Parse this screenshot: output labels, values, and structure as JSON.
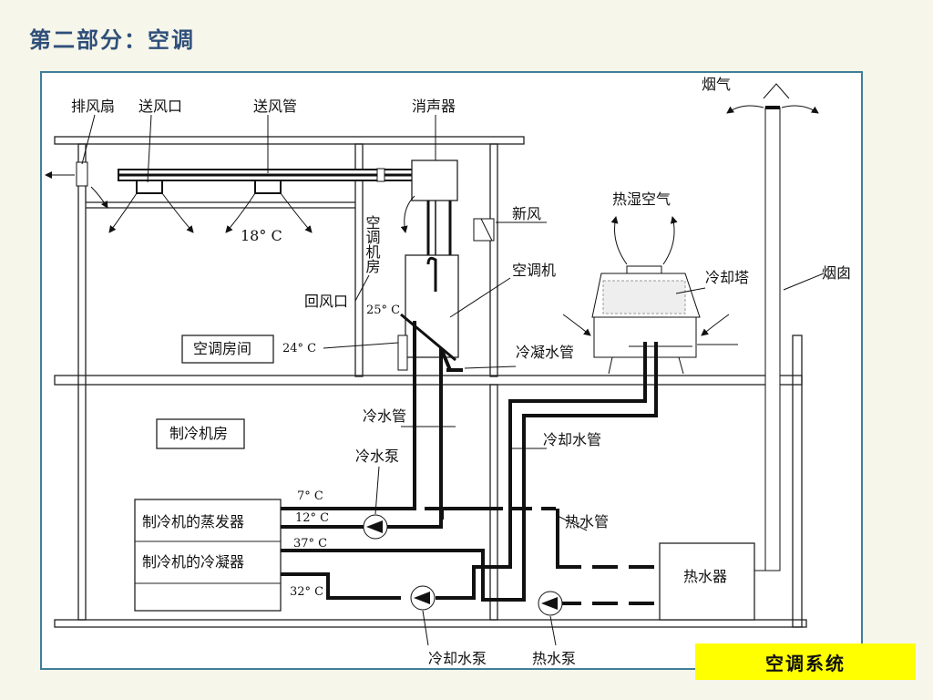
{
  "slide": {
    "title": "第二部分：空调",
    "badge": "空调系统"
  },
  "labels": {
    "exhaust_fan": "排风扇",
    "supply_outlet": "送风口",
    "supply_duct": "送风管",
    "muffler": "消声器",
    "flue_gas": "烟气",
    "fresh_air": "新风",
    "humid_hot_air": "热湿空气",
    "ahu_room": "空调机房",
    "ahu": "空调机",
    "cooling_tower": "冷却塔",
    "chimney": "烟囱",
    "return_outlet": "回风口",
    "ac_room": "空调房间",
    "condensate_pipe": "冷凝水管",
    "chilled_water_pipe": "冷水管",
    "chiller_room": "制冷机房",
    "cooling_water_pipe": "冷却水管",
    "chilled_water_pump": "冷水泵",
    "evaporator": "制冷机的蒸发器",
    "condenser": "制冷机的冷凝器",
    "hot_water_pipe": "热水管",
    "water_heater": "热水器",
    "cooling_water_pump": "冷却水泵",
    "hot_water_pump": "热水泵"
  },
  "temps": {
    "room_supply": "18° C",
    "ahu_return": "25° C",
    "room": "24° C",
    "chilled_supply": "7° C",
    "chilled_return": "12° C",
    "condenser_out": "37° C",
    "condenser_in": "32° C"
  },
  "colors": {
    "title": "#2f4f7a",
    "frame": "#3f7f9a",
    "badge": "#ffff00"
  }
}
